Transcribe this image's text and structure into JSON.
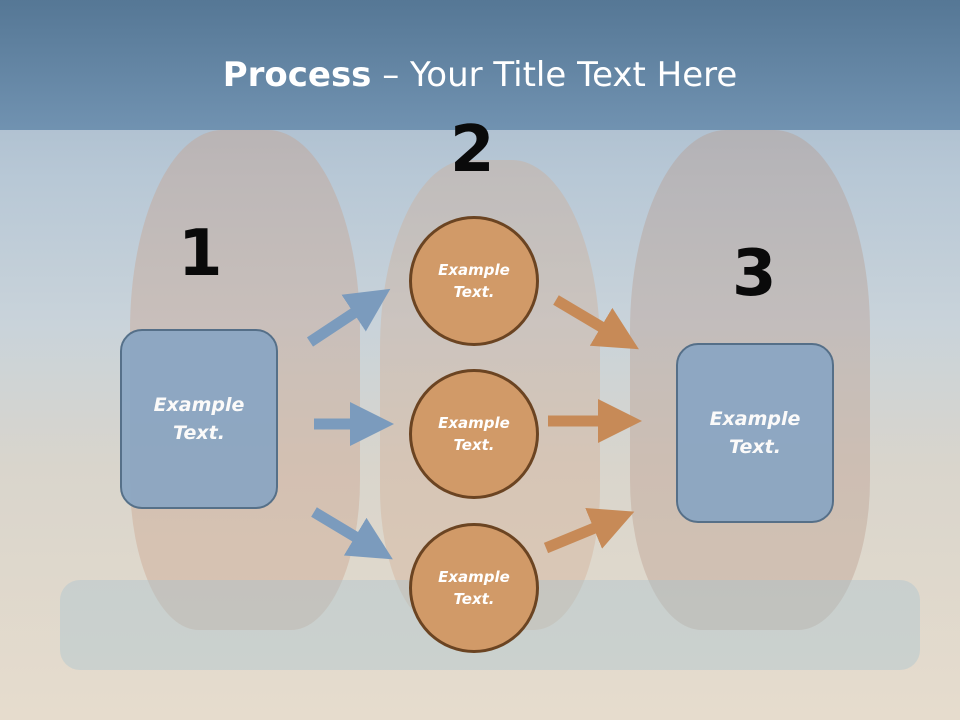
{
  "title": {
    "bold": "Process",
    "rest": " – Your Title Text Here"
  },
  "steps": {
    "one": "1",
    "two": "2",
    "three": "3"
  },
  "left_box": {
    "line1": "Example",
    "line2": "Text."
  },
  "circles": [
    {
      "line1": "Example",
      "line2": "Text."
    },
    {
      "line1": "Example",
      "line2": "Text."
    },
    {
      "line1": "Example",
      "line2": "Text."
    }
  ],
  "right_box": {
    "line1": "Example",
    "line2": "Text."
  },
  "colors": {
    "blue_arrow": "#7b9bbd",
    "orange_arrow": "#c78a57",
    "box_fill": "#8aa6c3",
    "circle_fill": "#d19a68",
    "header": "#5a7d9d"
  }
}
